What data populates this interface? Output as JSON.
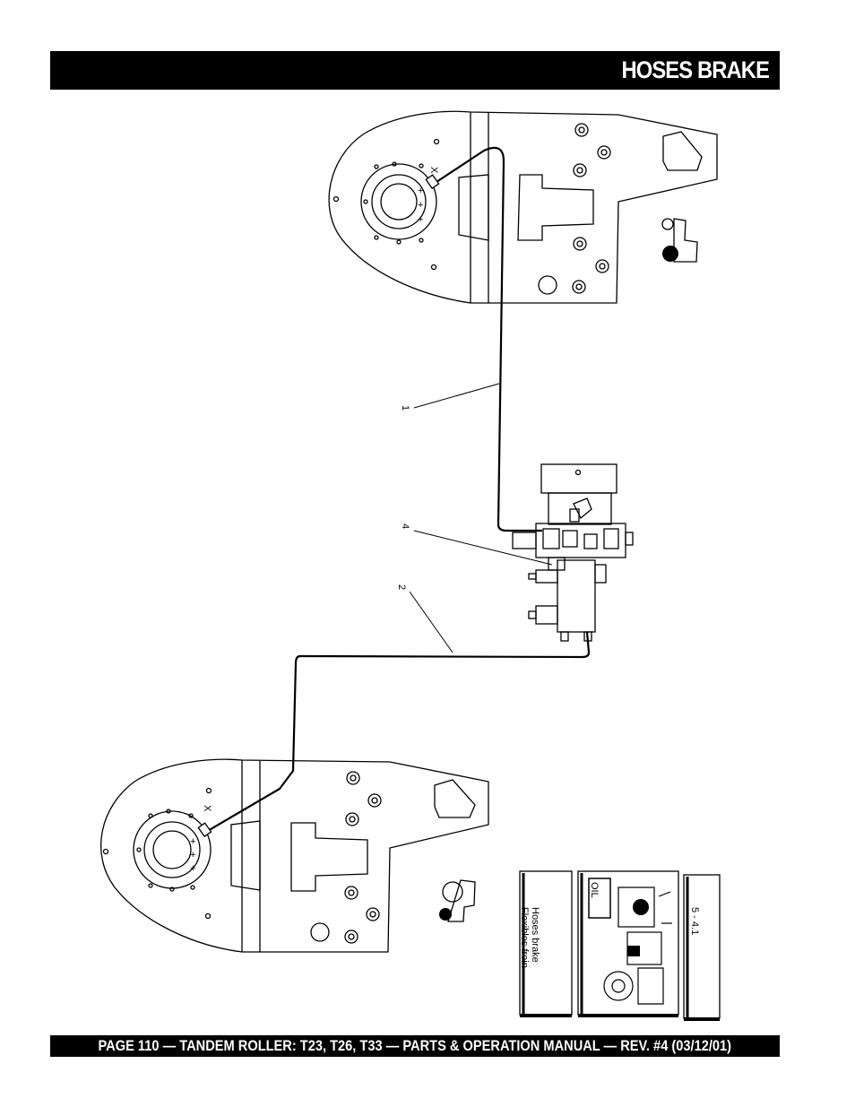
{
  "header": {
    "title": "HOSES BRAKE"
  },
  "footer": {
    "text": "PAGE 110 — TANDEM ROLLER: T23, T26, T33 — PARTS & OPERATION MANUAL — REV. #4 (03/12/01)"
  },
  "callouts": {
    "c1": "1",
    "c2": "2",
    "c4": "4"
  },
  "plate_marks": {
    "x": "X",
    "plus": "+"
  },
  "reference_card": {
    "section": "5 - 4.1",
    "oil": "OIL",
    "line1": "Hoses brake",
    "line2": "Flexibles frein"
  }
}
